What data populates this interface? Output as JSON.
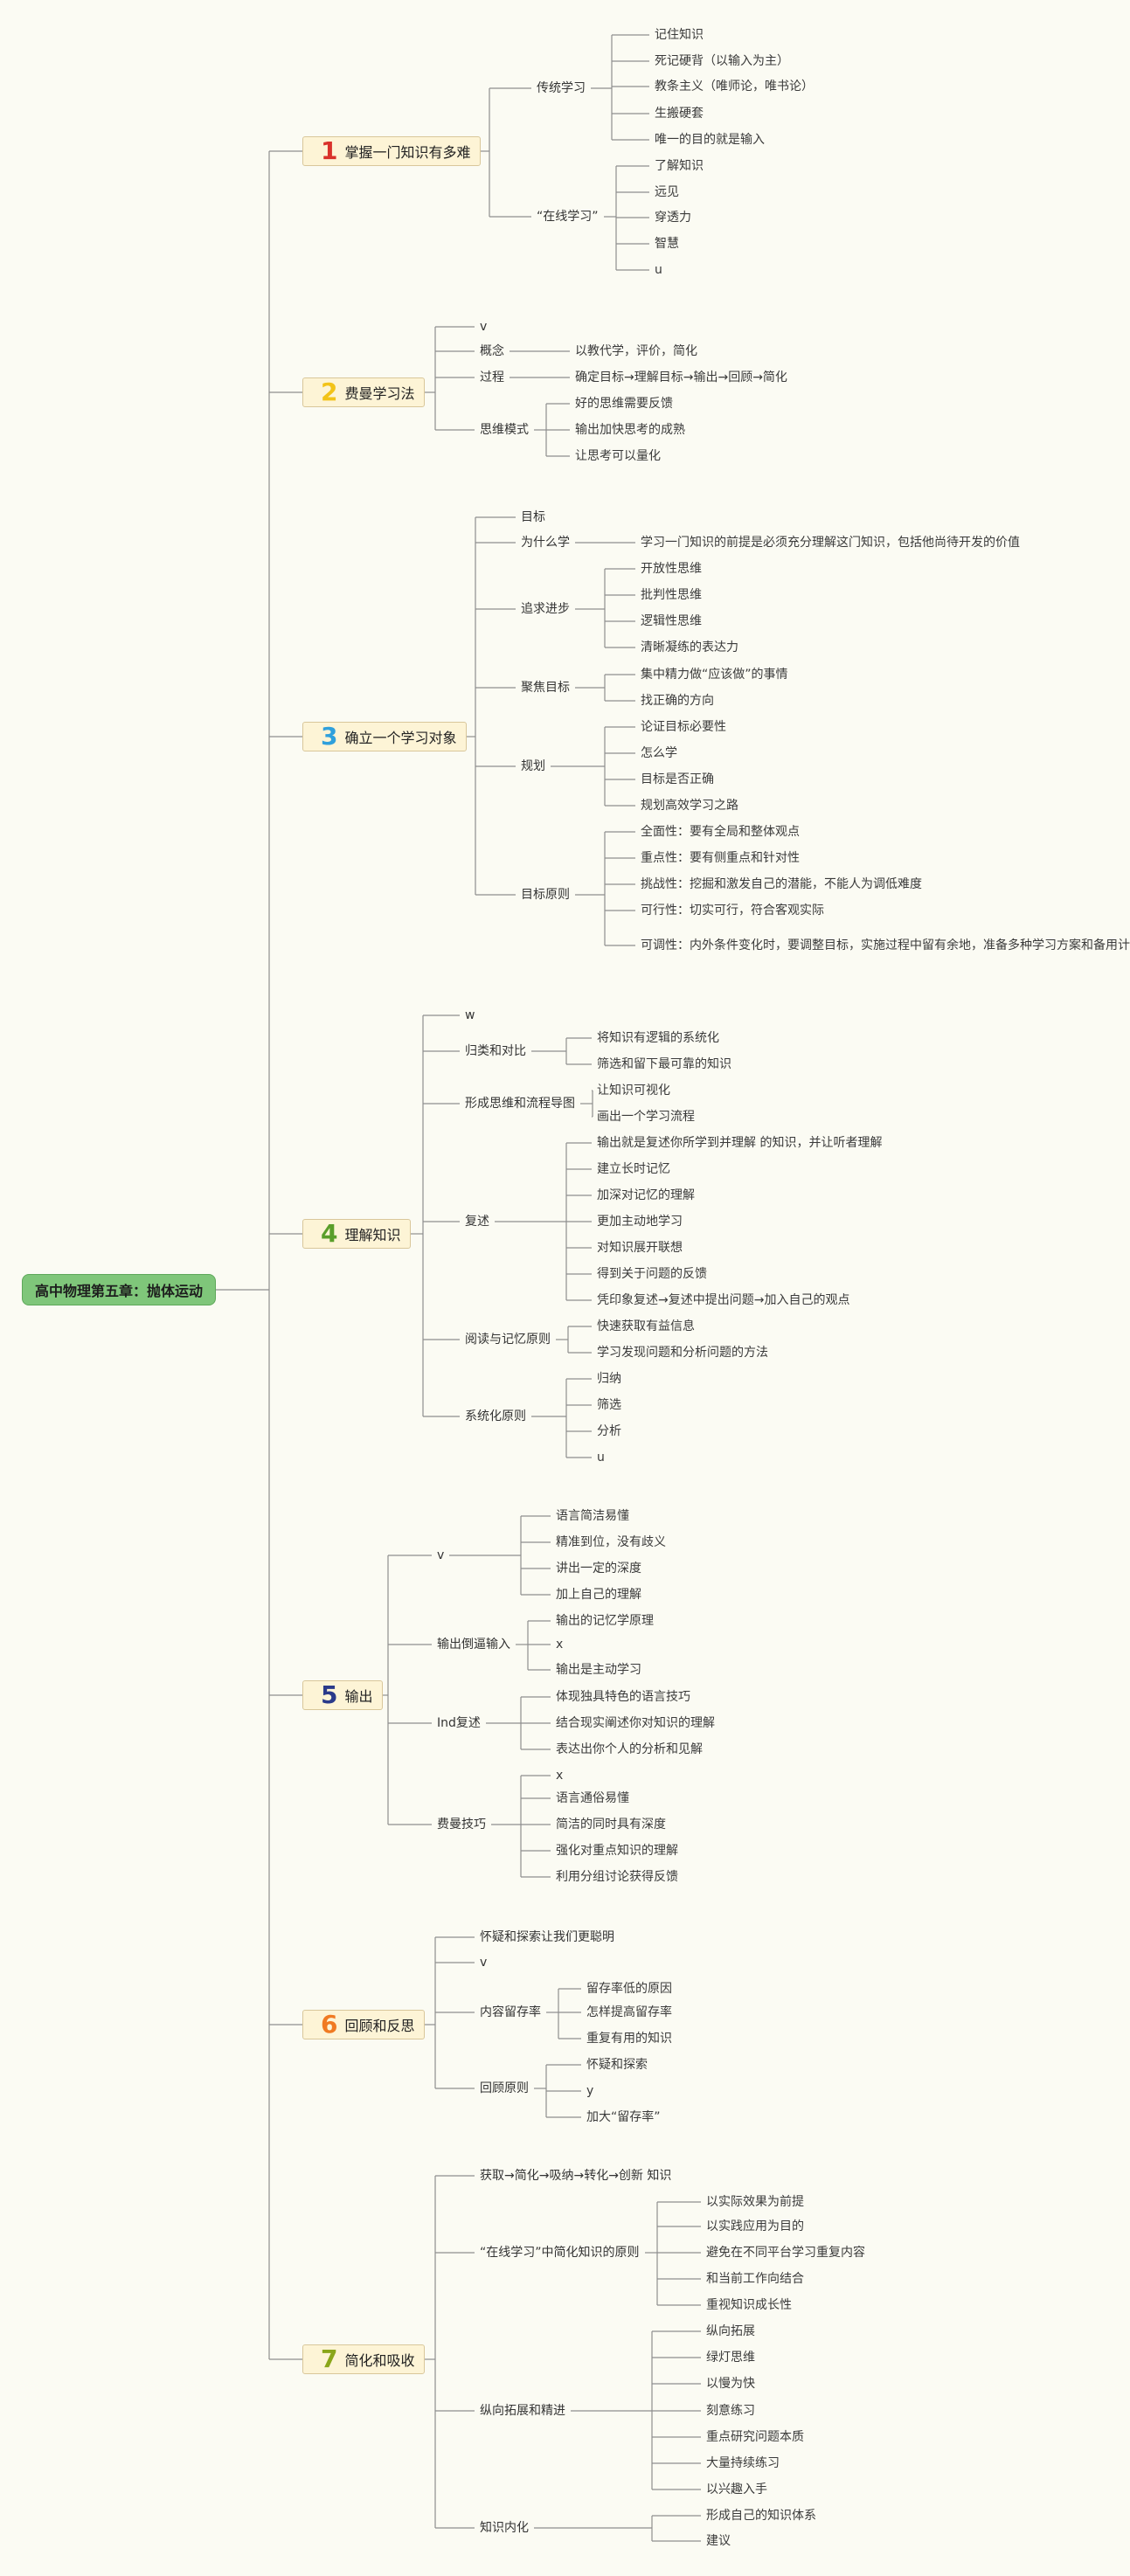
{
  "title": "高中物理第五章：抛体运动",
  "colors": {
    "root_bg": "#7fc67a",
    "section_bg": "#fdf4d6",
    "line": "#8e8e8e"
  },
  "sections": [
    {
      "num": "1",
      "color": "#d9322b",
      "label": "掌握一门知识有多难",
      "children": [
        {
          "label": "传统学习",
          "children": [
            "记住知识",
            "死记硬背（以输入为主）",
            "教条主义（唯师论，唯书论）",
            "生搬硬套",
            "唯一的目的就是输入"
          ]
        },
        {
          "label": "“在线学习”",
          "children": [
            "了解知识",
            "远见",
            "穿透力",
            "智慧",
            "u"
          ]
        }
      ]
    },
    {
      "num": "2",
      "color": "#f2c318",
      "label": "费曼学习法",
      "children": [
        {
          "label": "v"
        },
        {
          "label": "概念",
          "children": [
            "以教代学，评价，简化"
          ]
        },
        {
          "label": "过程",
          "children": [
            "确定目标→理解目标→输出→回顾→简化"
          ]
        },
        {
          "label": "思维模式",
          "children": [
            "好的思维需要反馈",
            "输出加快思考的成熟",
            "让思考可以量化"
          ]
        }
      ]
    },
    {
      "num": "3",
      "color": "#2fa0dc",
      "label": "确立一个学习对象",
      "children": [
        {
          "label": "目标"
        },
        {
          "label": "为什么学",
          "children": [
            "学习一门知识的前提是必须充分理解这门知识，包括他尚待开发的价值"
          ]
        },
        {
          "label": "追求进步",
          "children": [
            "开放性思维",
            "批判性思维",
            "逻辑性思维",
            "清晰凝练的表达力"
          ]
        },
        {
          "label": "聚焦目标",
          "children": [
            "集中精力做“应该做”的事情",
            "找正确的方向"
          ]
        },
        {
          "label": "规划",
          "children": [
            "论证目标必要性",
            "怎么学",
            "目标是否正确",
            "规划高效学习之路"
          ]
        },
        {
          "label": "目标原则",
          "children": [
            "全面性：要有全局和整体观点",
            "重点性：要有侧重点和针对性",
            "挑战性：挖掘和激发自己的潜能，不能人为调低难度",
            "可行性：切实可行，符合客观实际",
            "可调性：内外条件变化时，要调整目标，实施过程中留有余地，准备多种学习方案和备用计划"
          ]
        }
      ]
    },
    {
      "num": "4",
      "color": "#5a9e2a",
      "label": "理解知识",
      "children": [
        {
          "label": "w"
        },
        {
          "label": "归类和对比",
          "children": [
            "将知识有逻辑的系统化",
            "筛选和留下最可靠的知识"
          ]
        },
        {
          "label": "形成思维和流程导图",
          "children": [
            "让知识可视化",
            "画出一个学习流程"
          ]
        },
        {
          "label": "复述",
          "children": [
            "输出就是复述你所学到并理解 的知识，并让听者理解",
            "建立长时记忆",
            "加深对记忆的理解",
            "更加主动地学习",
            "对知识展开联想",
            "得到关于问题的反馈",
            "凭印象复述→复述中提出问题→加入自己的观点"
          ]
        },
        {
          "label": "阅读与记忆原则",
          "children": [
            "快速获取有益信息",
            "学习发现问题和分析问题的方法"
          ]
        },
        {
          "label": "系统化原则",
          "children": [
            "归纳",
            "筛选",
            "分析",
            "u"
          ]
        }
      ]
    },
    {
      "num": "5",
      "color": "#2a3a8a",
      "label": "输出",
      "children": [
        {
          "label": "v",
          "children": [
            "语言简洁易懂",
            "精准到位，没有歧义",
            "讲出一定的深度",
            "加上自己的理解"
          ]
        },
        {
          "label": "输出倒逼输入",
          "children": [
            "输出的记忆学原理",
            "x",
            "输出是主动学习"
          ]
        },
        {
          "label": "Ind复述",
          "children": [
            "体现独具特色的语言技巧",
            "结合现实阐述你对知识的理解",
            "表达出你个人的分析和见解"
          ]
        },
        {
          "label": "费曼技巧",
          "children": [
            "x",
            "语言通俗易懂",
            "简洁的同时具有深度",
            "强化对重点知识的理解",
            "利用分组讨论获得反馈"
          ]
        }
      ]
    },
    {
      "num": "6",
      "color": "#f07a22",
      "label": "回顾和反思",
      "children": [
        {
          "label": "怀疑和探索让我们更聪明"
        },
        {
          "label": "v"
        },
        {
          "label": "内容留存率",
          "children": [
            "留存率低的原因",
            "怎样提高留存率",
            "重复有用的知识"
          ]
        },
        {
          "label": "回顾原则",
          "children": [
            "怀疑和探索",
            "y",
            "加大“留存率”"
          ]
        }
      ]
    },
    {
      "num": "7",
      "color": "#8aa61a",
      "label": "简化和吸收",
      "children": [
        {
          "label": "获取→简化→吸纳→转化→创新 知识"
        },
        {
          "label": "“在线学习”中简化知识的原则",
          "children": [
            "以实际效果为前提",
            "以实践应用为目的",
            "避免在不同平台学习重复内容",
            "和当前工作向结合",
            "重视知识成长性"
          ]
        },
        {
          "label": "纵向拓展和精进",
          "children": [
            "纵向拓展",
            "绿灯思维",
            "以慢为快",
            "刻意练习",
            "重点研究问题本质",
            "大量持续练习",
            "以兴趣入手"
          ]
        },
        {
          "label": "知识内化",
          "children": [
            "形成自己的知识体系",
            "建议"
          ]
        }
      ]
    }
  ]
}
